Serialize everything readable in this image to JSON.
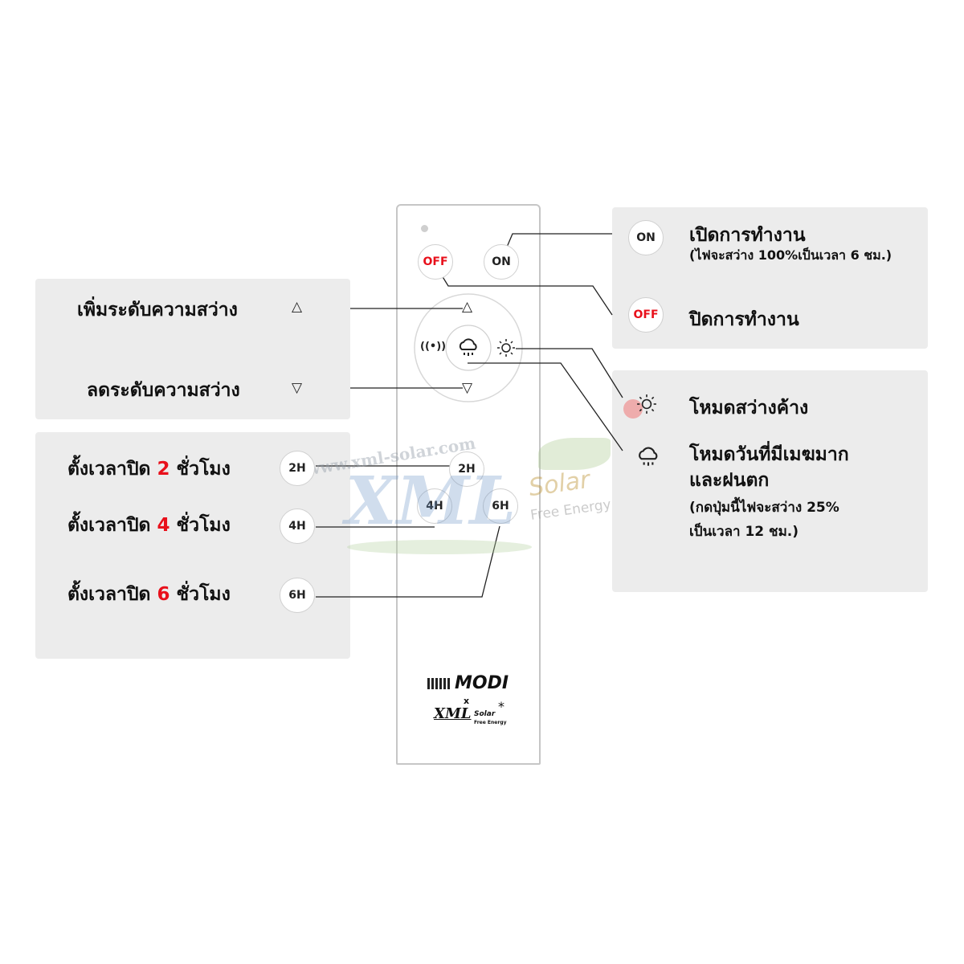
{
  "remote": {
    "off_label": "OFF",
    "on_label": "ON",
    "timer_2h": "2H",
    "timer_4h": "4H",
    "timer_6h": "6H",
    "brand_top": "MODI",
    "brand_x": "x",
    "brand_bottom": "XML",
    "brand_solar": "Solar",
    "brand_free": "Free Energy"
  },
  "brightness": {
    "increase_label": "เพิ่มระดับความสว่าง",
    "decrease_label": "ลดระดับความสว่าง"
  },
  "timers": [
    {
      "prefix": "ตั้งเวลาปิด",
      "number": "2",
      "suffix": "ชั่วโมง",
      "button": "2H"
    },
    {
      "prefix": "ตั้งเวลาปิด",
      "number": "4",
      "suffix": "ชั่วโมง",
      "button": "4H"
    },
    {
      "prefix": "ตั้งเวลาปิด",
      "number": "6",
      "suffix": "ชั่วโมง",
      "button": "6H"
    }
  ],
  "power": {
    "on_button": "ON",
    "on_title": "เปิดการทำงาน",
    "on_note": "(ไฟจะสว่าง 100%เป็นเวลา 6 ชม.)",
    "off_button": "OFF",
    "off_title": "ปิดการทำงาน"
  },
  "modes": {
    "bright_title": "โหมดสว่างค้าง",
    "cloudy_title_line1": "โหมดวันที่มีเมฆมาก",
    "cloudy_title_line2": "และฝนตก",
    "cloudy_note_line1": "(กดปุ่มนี้ไฟจะสว่าง 25%",
    "cloudy_note_line2": "เป็นเวลา 12 ชม.)"
  },
  "watermark": {
    "url": "www.xml-solar.com",
    "logo": "XML",
    "solar": "Solar",
    "tagline": "Free Energy"
  },
  "colors": {
    "panel": "#ececec",
    "accent_red": "#e8101b",
    "line": "#222222"
  },
  "icons": [
    "triangle-up-icon",
    "triangle-down-icon",
    "sun-icon",
    "cloud-rain-icon",
    "signal-icon"
  ]
}
